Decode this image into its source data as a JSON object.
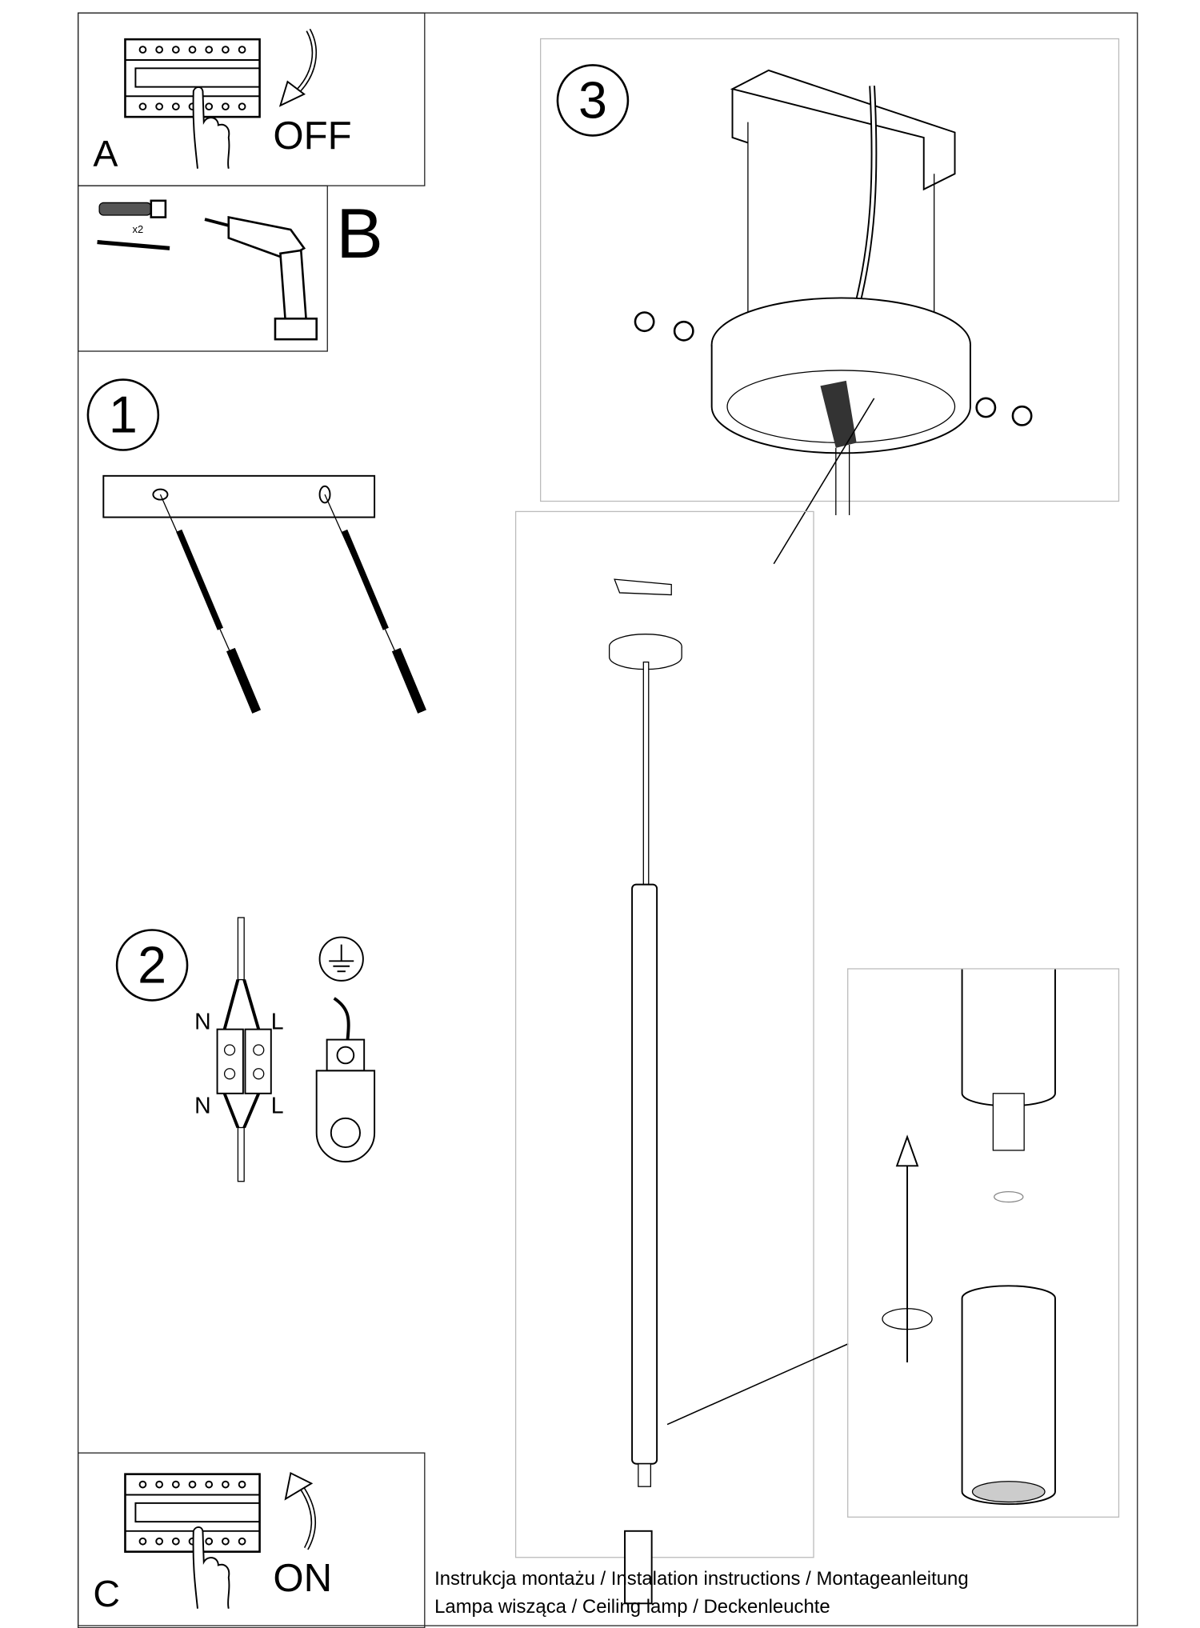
{
  "steps": {
    "a": {
      "letter": "A",
      "action": "OFF"
    },
    "b": {
      "letter": "B",
      "quantity": "x2"
    },
    "one": {
      "number": "1"
    },
    "two": {
      "number": "2",
      "wire_labels": [
        "N",
        "L",
        "N",
        "L"
      ]
    },
    "three": {
      "number": "3"
    },
    "c": {
      "letter": "C",
      "action": "ON"
    }
  },
  "footer": {
    "line1": "Instrukcja montażu / Instalation instructions / Montageanleitung",
    "line2": "Lampa wisząca / Ceiling lamp / Deckenleuchte"
  }
}
